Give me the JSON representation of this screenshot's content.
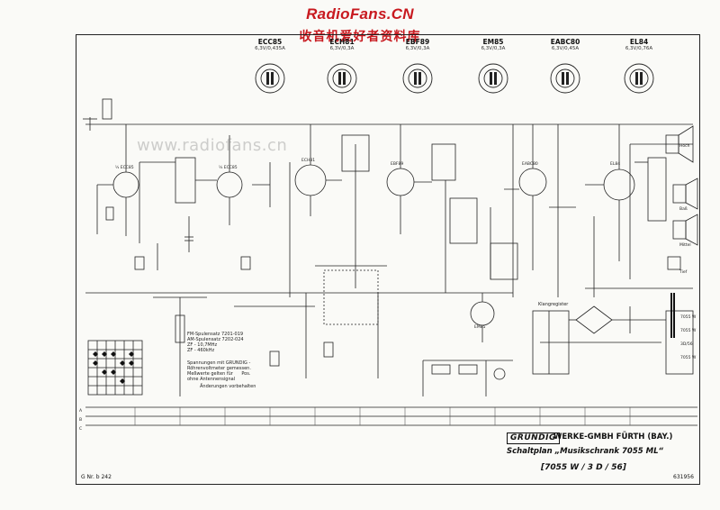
{
  "watermark": {
    "site_title": "RadioFans.CN",
    "site_subtitle": "收音机爱好者资料库",
    "center_text": "www.radiofans.cn"
  },
  "tubes": [
    {
      "name": "ECC85",
      "spec": "6,3V/0,435A"
    },
    {
      "name": "ECH81",
      "spec": "6,3V/0,3A"
    },
    {
      "name": "EBF89",
      "spec": "6,3V/0,3A"
    },
    {
      "name": "EM85",
      "spec": "6,3V/0,3A"
    },
    {
      "name": "EABC80",
      "spec": "6,3V/0,45A"
    },
    {
      "name": "EL84",
      "spec": "6,3V/0,76A"
    }
  ],
  "stage_labels": [
    "½ ECC85",
    "½ ECC85",
    "ECH81",
    "EBF89",
    "EABC80",
    "EL84",
    "EM85"
  ],
  "notes": {
    "coil_notes": "FM-Spulensatz 7201-019\nAM-Spulensatz 7202-024\nZF - 10,7MHz\nZF - 460kHz",
    "voltage_notes": "Spannungen mit GRUNDIG -\nRöhrenvoltmeter gemessen.\nMeßwerte gelten für      Pos.\nohne Antennensignal",
    "change_note": "Änderungen vorbehalten",
    "speaker_labels": [
      "Hoch",
      "Baß",
      "Mittel",
      "Tief"
    ],
    "speaker_notes": [
      "7055 W",
      "7055 W",
      "3D/56",
      "7055 W"
    ],
    "tone_note": "Klangregister"
  },
  "grid_rows": [
    "A",
    "B",
    "C"
  ],
  "title_block": {
    "brand": "GRUNDIG",
    "company": "WERKE-GMBH FÜRTH (BAY.)",
    "plan": "Schaltplan „Musikschrank 7055 ML“",
    "model": "[7055 W / 3 D / 56]"
  },
  "footer": {
    "sheet_number": "G Nr. b 242",
    "doc_number": "631956"
  }
}
